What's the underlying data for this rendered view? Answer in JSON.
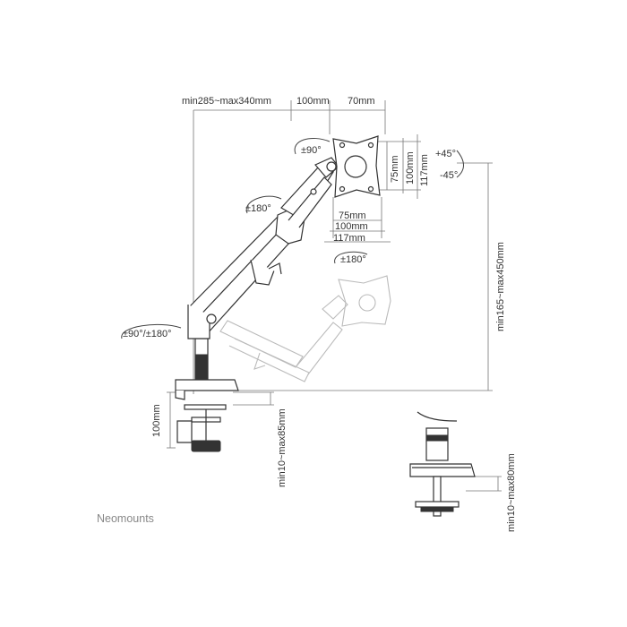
{
  "labels": {
    "arm_reach": "min285~max340mm",
    "offset_100": "100mm",
    "offset_70": "70mm",
    "tilt_90": "±90°",
    "swivel_180_top": "±180°",
    "swivel_180_mid": "±180°",
    "base_rotation": "±90°/±180°",
    "rotate_plus": "+45°",
    "rotate_minus": "-45°",
    "vesa_v75": "75mm",
    "vesa_v100": "100mm",
    "vesa_v117": "117mm",
    "vesa_h75": "75mm",
    "vesa_h100": "100mm",
    "vesa_h117": "117mm",
    "height_range": "min165~max450mm",
    "clamp_100": "100mm",
    "clamp_desk": "min10~max85mm",
    "grommet_desk": "min10~max80mm"
  },
  "brand": "Neomounts"
}
